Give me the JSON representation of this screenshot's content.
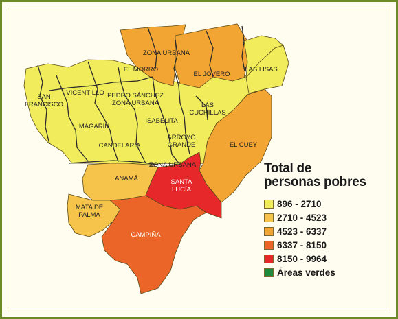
{
  "colors": {
    "c1": "#f0ec5c",
    "c2": "#f6c44a",
    "c3": "#f3a534",
    "c4": "#ec6528",
    "c5": "#e6282a",
    "green": "#1e8a3c",
    "border": "#6c8a2a",
    "river": "#2b2b2b"
  },
  "map": {
    "regions": [
      {
        "id": "zona-urbana-north",
        "label": [
          "ZONA URBANA"
        ],
        "color": "c3"
      },
      {
        "id": "el-morro",
        "label": [
          "EL MORRO"
        ],
        "color": "c3"
      },
      {
        "id": "el-jovero",
        "label": [
          "EL JOVERO"
        ],
        "color": "c3"
      },
      {
        "id": "las-lisas",
        "label": [
          "LAS LISAS"
        ],
        "color": "c1"
      },
      {
        "id": "san-francisco",
        "label": [
          "SAN",
          "FRANCISCO"
        ],
        "color": "c1"
      },
      {
        "id": "vicentillo",
        "label": [
          "VICENTILLO"
        ],
        "color": "c1"
      },
      {
        "id": "pedro-sanchez",
        "label": [
          "PEDRO SÁNCHEZ",
          "ZONA URBANA"
        ],
        "color": "c1"
      },
      {
        "id": "magarin",
        "label": [
          "MAGARÍN"
        ],
        "color": "c1"
      },
      {
        "id": "isabelita",
        "label": [
          "ISABELITA"
        ],
        "color": "c1"
      },
      {
        "id": "las-cuchillas",
        "label": [
          "LAS",
          "CUCHILLAS"
        ],
        "color": "c1"
      },
      {
        "id": "candelaria",
        "label": [
          "CANDELARIA"
        ],
        "color": "c1"
      },
      {
        "id": "arroyo-grande",
        "label": [
          "ARROYO",
          "GRANDE"
        ],
        "color": "c1"
      },
      {
        "id": "el-cuey",
        "label": [
          "EL CUEY"
        ],
        "color": "c3"
      },
      {
        "id": "zona-urbana-south",
        "label": [
          "ZONA URBANA"
        ],
        "color": "c1"
      },
      {
        "id": "anama",
        "label": [
          "ANAMÁ"
        ],
        "color": "c2"
      },
      {
        "id": "santa-lucia",
        "label": [
          "SANTA",
          "LUCÍA"
        ],
        "color": "c5"
      },
      {
        "id": "mata-de-palma",
        "label": [
          "MATA DE",
          "PALMA"
        ],
        "color": "c2"
      },
      {
        "id": "campina",
        "label": [
          "CAMPIÑA"
        ],
        "color": "c4"
      }
    ]
  },
  "legend": {
    "title_line1": "Total de",
    "title_line2": "personas pobres",
    "items": [
      {
        "label": "896 - 2710",
        "color": "c1"
      },
      {
        "label": "2710 - 4523",
        "color": "c2"
      },
      {
        "label": "4523 - 6337",
        "color": "c3"
      },
      {
        "label": "6337 - 8150",
        "color": "c4"
      },
      {
        "label": "8150 - 9964",
        "color": "c5"
      },
      {
        "label": "Áreas verdes",
        "color": "green"
      }
    ]
  }
}
